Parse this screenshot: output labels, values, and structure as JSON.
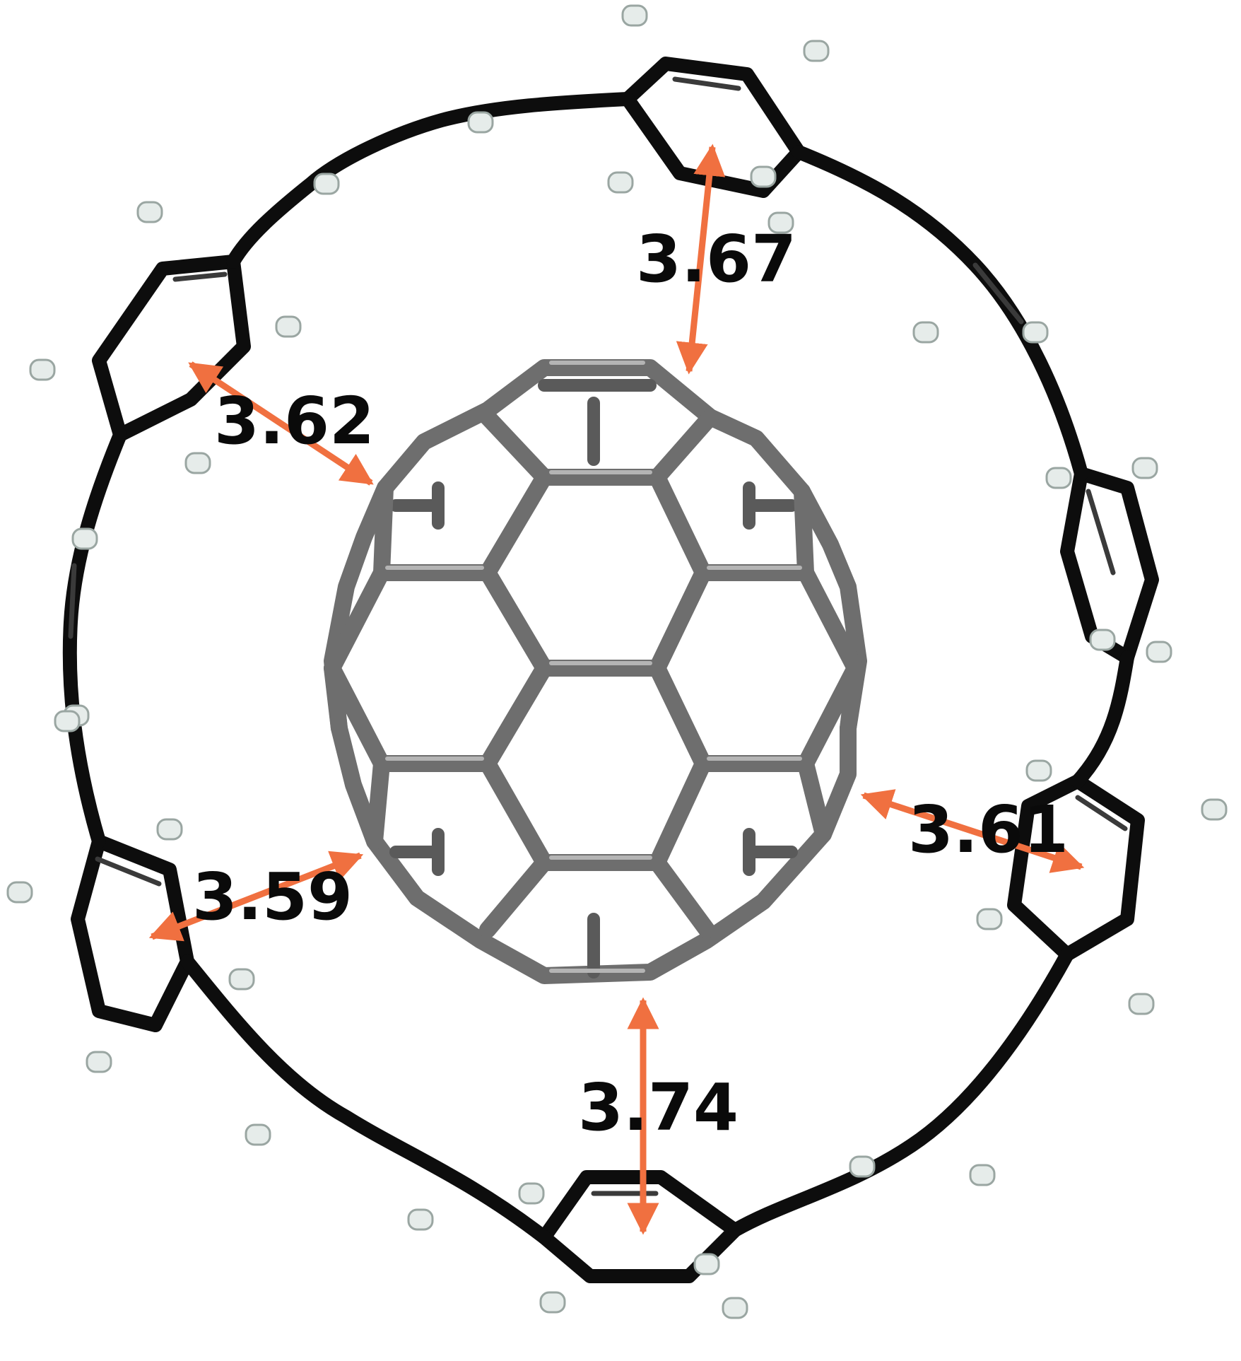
{
  "figure": {
    "description_free": true,
    "colors": {
      "ring_bond": "#0d0d0d",
      "ring_bond_highlight": "#3a3a3a",
      "hydrogen": "#e6ecea",
      "hydrogen_shade": "#9aa6a2",
      "fullerene_bond": "#767676",
      "fullerene_highlight": "#b4b4b4",
      "arrow": "#f07040",
      "arrow_light": "#f7c0a8",
      "label": "#0a0a0a"
    }
  },
  "distances": [
    {
      "id": "top",
      "label": "3.67"
    },
    {
      "id": "upper-left",
      "label": "3.62"
    },
    {
      "id": "lower-left",
      "label": "3.59"
    },
    {
      "id": "right",
      "label": "3.61"
    },
    {
      "id": "bottom",
      "label": "3.74"
    }
  ]
}
